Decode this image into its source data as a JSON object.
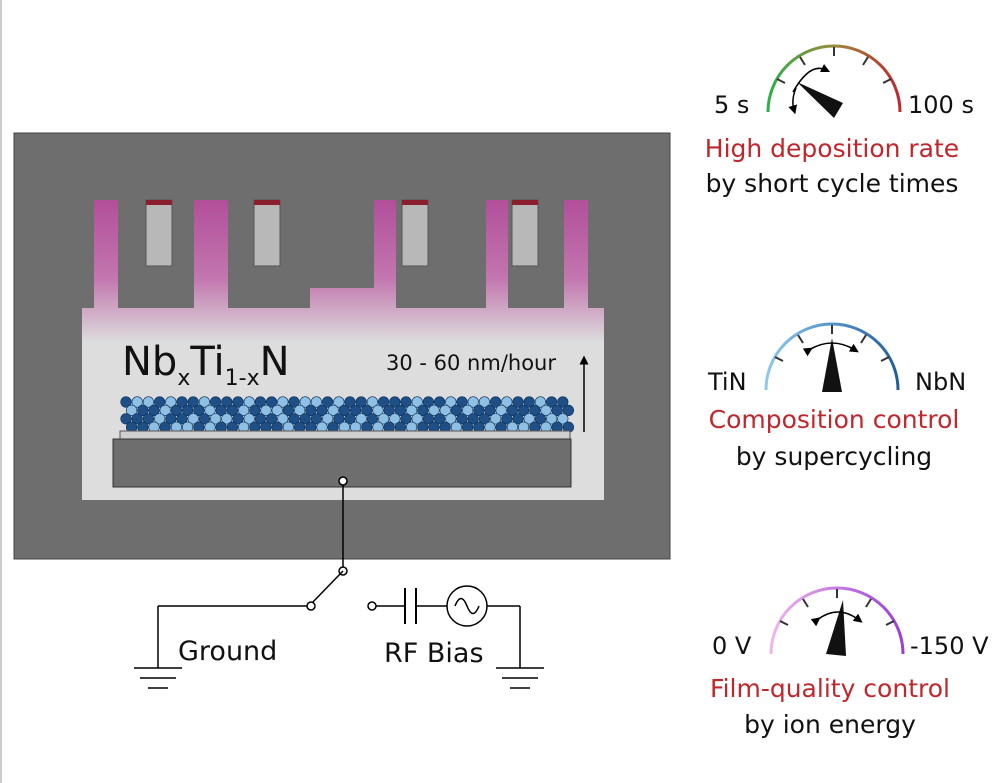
{
  "chamber": {
    "formula": {
      "base1": "Nb",
      "sub1": "x",
      "base2": "Ti",
      "sub2": "1-x",
      "base3": "N"
    },
    "growth_rate": "30 - 60 nm/hour"
  },
  "circuit": {
    "ground_label": "Ground",
    "rf_label": "RF Bias"
  },
  "gauges": [
    {
      "min_label": "5 s",
      "max_label": "100 s",
      "title": "High deposition rate",
      "subtitle": "by short cycle times"
    },
    {
      "min_label": "TiN",
      "max_label": "NbN",
      "title": "Composition control",
      "subtitle": "by supercycling"
    },
    {
      "min_label": "0 V",
      "max_label": "-150 V",
      "title": "Film-quality control",
      "subtitle": "by ion energy"
    }
  ],
  "colors": {
    "chamber_wall": "#6e6e6e",
    "chamber_inner": "#dddddd",
    "plasma": "#b24f9a",
    "atom_dark": "#1e4f86",
    "atom_light": "#8ec0e6",
    "title_red": "#c0272d",
    "gauge1_start": "#2fae4a",
    "gauge1_end": "#c0272d",
    "gauge2_start": "#8ec9ee",
    "gauge2_end": "#1f5e9d",
    "gauge3_start": "#f0b6ec",
    "gauge3_end": "#9b3dd6"
  }
}
